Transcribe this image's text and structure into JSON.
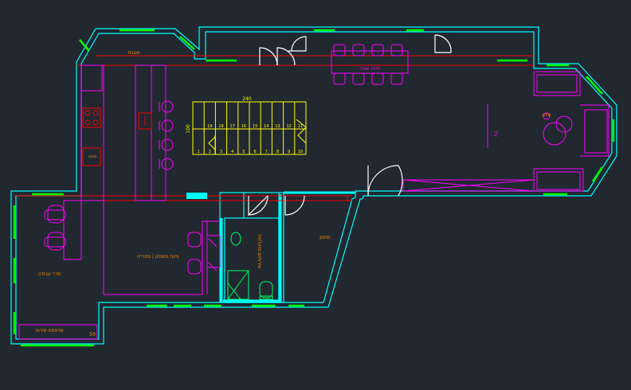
{
  "colors": {
    "background": "#212830",
    "wall": "#00ffff",
    "window": "#00ff00",
    "furniture": "#ff00ff",
    "stair": "#ffff00",
    "door": "#ffffff",
    "axis": "#ff0000",
    "label": "#ff8c00",
    "fixture": "#00ff66",
    "marker": "#00ffff"
  },
  "labels": {
    "top_room": "מטבח",
    "dining": "פינת אוכל",
    "living": "סלון",
    "tv": "TV",
    "left_room": "חדר עבודה",
    "dressing": "פינת משחק / ספרייה",
    "bath": "שירותים ומקלחת",
    "storage": "מחסן",
    "bottom_room": "מרפסת שירות",
    "stair_width": "240",
    "stair_side": "100",
    "small_note": "50",
    "pantry": "מזווה"
  },
  "stair_steps": [
    "19",
    "18",
    "17",
    "16",
    "15",
    "14",
    "13",
    "12",
    "11",
    "10",
    "9",
    "8",
    "7",
    "6",
    "5",
    "4",
    "3",
    "2",
    "1"
  ],
  "icons": {
    "door_swing": "door-swing-icon",
    "chair": "chair-icon",
    "stove": "stove-icon",
    "toilet": "toilet-icon",
    "sink": "sink-icon"
  }
}
